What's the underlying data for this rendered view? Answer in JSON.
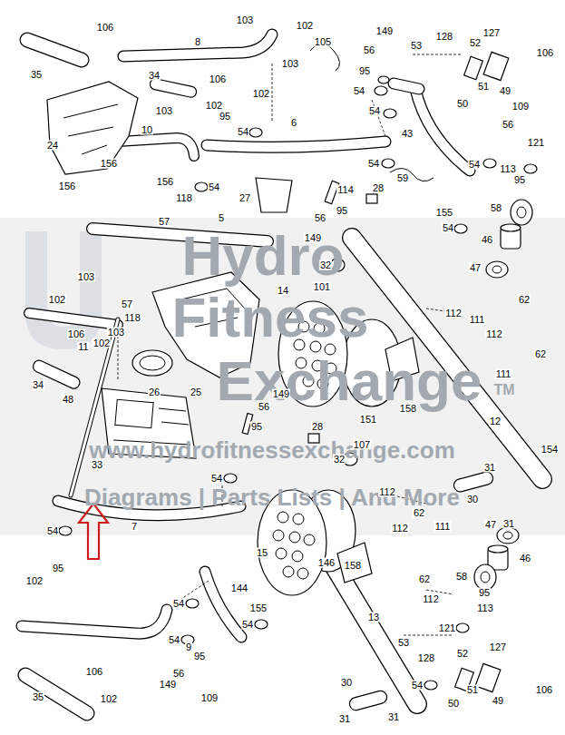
{
  "diagram": {
    "labels": [
      "Hydro",
      "Fitness",
      "Exchange",
      "TM",
      "www.hydrofitnessexchange.com",
      "Diagrams | Parts Lists | And More",
      "106",
      "35",
      "8",
      "103",
      "102",
      "103",
      "105",
      "149",
      "56",
      "95",
      "54",
      "53",
      "128",
      "52",
      "127",
      "106",
      "51",
      "49",
      "50",
      "34",
      "106",
      "102",
      "103",
      "102",
      "95",
      "54",
      "24",
      "10",
      "6",
      "54",
      "43",
      "109",
      "56",
      "121",
      "54",
      "113",
      "95",
      "58",
      "46",
      "47",
      "156",
      "156",
      "156",
      "54",
      "118",
      "57",
      "5",
      "27",
      "54",
      "114",
      "28",
      "59",
      "95",
      "56",
      "149",
      "155",
      "54",
      "32",
      "101",
      "103",
      "102",
      "57",
      "118",
      "103",
      "102",
      "14",
      "62",
      "112",
      "111",
      "112",
      "62",
      "111",
      "11",
      "106",
      "34",
      "26",
      "25",
      "12",
      "151",
      "158",
      "48",
      "56",
      "149",
      "95",
      "107",
      "32",
      "28",
      "33",
      "54",
      "154",
      "31",
      "31",
      "30",
      "7",
      "112",
      "111",
      "62",
      "112",
      "47",
      "46",
      "54",
      "95",
      "102",
      "15",
      "146",
      "158",
      "62",
      "112",
      "58",
      "95",
      "113",
      "121",
      "54",
      "144",
      "155",
      "54",
      "13",
      "9",
      "54",
      "95",
      "56",
      "149",
      "109",
      "102",
      "106",
      "35",
      "53",
      "128",
      "52",
      "127",
      "51",
      "49",
      "50",
      "106",
      "54",
      "30",
      "31",
      "31"
    ]
  }
}
